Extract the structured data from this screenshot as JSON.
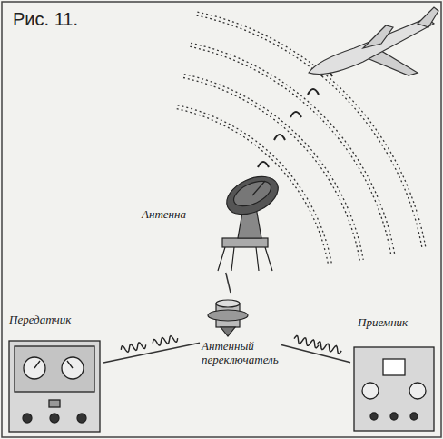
{
  "diagram": {
    "title": "Рис. 11.",
    "nodes": [
      {
        "text": [
          "Антенна"
        ]
      },
      {
        "text": [
          "Передатчик"
        ]
      },
      {
        "text": [
          "Антенный переключатель"
        ]
      },
      {
        "text": [
          "Приемник"
        ]
      }
    ],
    "edges": [
      {
        "from": 1,
        "to": 2,
        "arrow": "none"
      },
      {
        "from": 2,
        "to": 0,
        "arrow": "none"
      },
      {
        "from": 2,
        "to": 3,
        "arrow": "none"
      }
    ]
  }
}
